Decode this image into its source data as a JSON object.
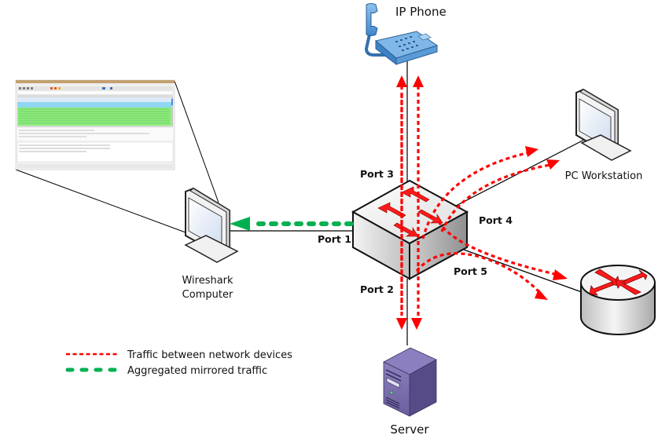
{
  "devices": {
    "ip_phone": {
      "label": "IP Phone"
    },
    "pc_workstation": {
      "label": "PC Workstation"
    },
    "wireshark_computer": {
      "label_line1": "Wireshark",
      "label_line2": "Computer"
    },
    "server": {
      "label": "Server"
    },
    "router": {
      "label": ""
    },
    "switch": {
      "label": ""
    }
  },
  "ports": {
    "port1": "Port 1",
    "port2": "Port 2",
    "port3": "Port 3",
    "port4": "Port 4",
    "port5": "Port 5"
  },
  "legend": {
    "items": [
      {
        "label": "Traffic between network devices",
        "style": "red-dotted",
        "color": "#ff0000"
      },
      {
        "label": "Aggregated mirrored traffic",
        "style": "green-dashed",
        "color": "#00b050"
      }
    ]
  },
  "colors": {
    "traffic": "#ff0000",
    "mirrored": "#00b050",
    "phone": "#4a90d9",
    "server": "#6b5f9c"
  }
}
